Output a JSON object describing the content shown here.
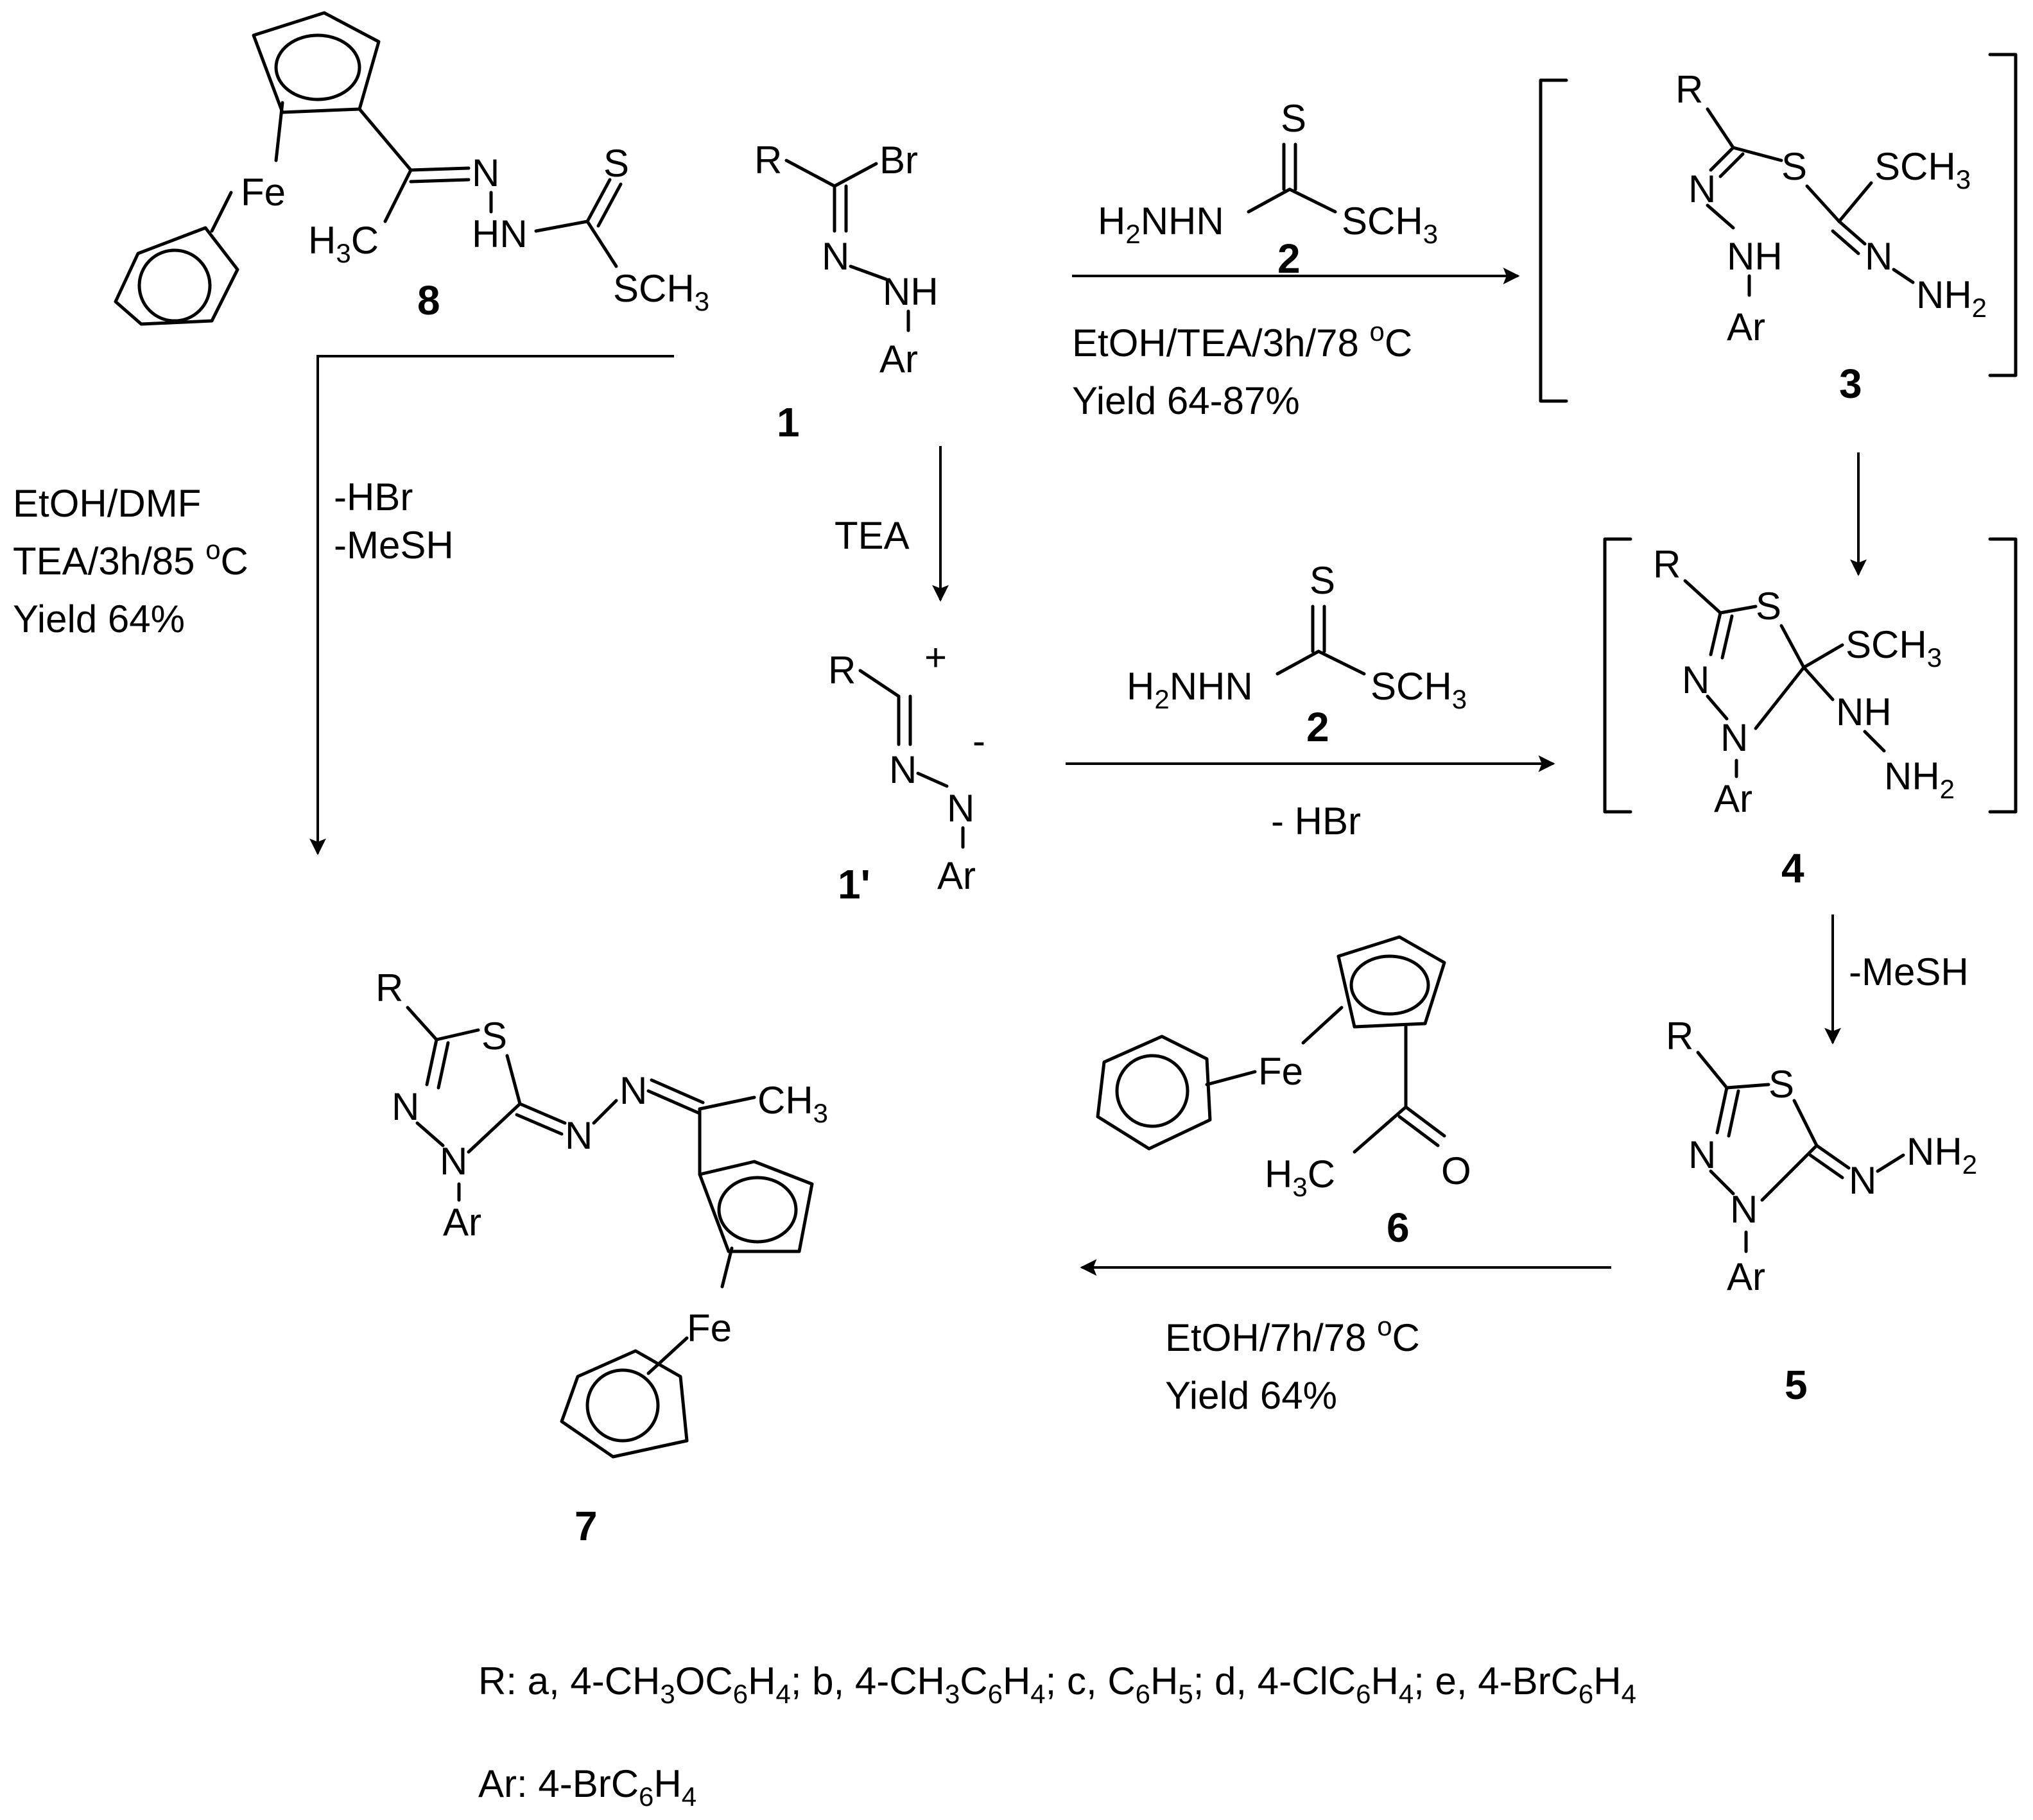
{
  "compounds": {
    "c1": {
      "number": "1",
      "R": "R",
      "Br": "Br",
      "N": "N",
      "NH": "NH",
      "Ar": "Ar"
    },
    "c1p": {
      "number": "1'",
      "R": "R",
      "plus": "+",
      "minus": "-",
      "N1": "N",
      "N2": "N",
      "Ar": "Ar"
    },
    "c2a": {
      "number": "2",
      "S": "S",
      "H2NHN": "H",
      "NHN": "NHN",
      "SCH3": "SCH",
      "sub2": "2",
      "sub3": "3"
    },
    "c2b": {
      "number": "2",
      "S": "S",
      "H2NHN": "H",
      "NHN": "NHN",
      "SCH3": "SCH",
      "sub2": "2",
      "sub3": "3"
    },
    "c3": {
      "number": "3",
      "R": "R",
      "S": "S",
      "SCH3": "SCH",
      "sub3": "3",
      "N1": "N",
      "NH": "NH",
      "Ar": "Ar",
      "N2": "N",
      "NH2": "NH",
      "sub2": "2"
    },
    "c4": {
      "number": "4",
      "R": "R",
      "S": "S",
      "SCH3": "SCH",
      "sub3": "3",
      "N1": "N",
      "N2": "N",
      "NH": "NH",
      "NH2": "NH",
      "sub2": "2",
      "Ar": "Ar"
    },
    "c5": {
      "number": "5",
      "R": "R",
      "S": "S",
      "N1": "N",
      "N2": "N",
      "N3": "N",
      "NH2": "NH",
      "sub2": "2",
      "Ar": "Ar"
    },
    "c6": {
      "number": "6",
      "Fe": "Fe",
      "H3C": "H",
      "C": "C",
      "O": "O",
      "sub3": "3"
    },
    "c7": {
      "number": "7",
      "R": "R",
      "S": "S",
      "N1": "N",
      "N2": "N",
      "N3": "N",
      "N4": "N",
      "CH3": "CH",
      "sub3": "3",
      "Ar": "Ar",
      "Fe": "Fe"
    },
    "c8": {
      "number": "8",
      "Fe": "Fe",
      "N": "N",
      "HN": "HN",
      "S": "S",
      "H3C": "H",
      "C": "C",
      "SCH3": "SCH",
      "sub3": "3"
    }
  },
  "conditions": {
    "step_1_to_3": {
      "line1": "EtOH/TEA/3h/78 ",
      "sup": "o",
      "line1_end": "C",
      "line2": "Yield 64-87%"
    },
    "step_1_to_1p": {
      "reagent": "TEA"
    },
    "step_1p_to_4": {
      "byproduct": "- HBr"
    },
    "step_4_to_5": {
      "byproduct": "-MeSH"
    },
    "step_5_to_7": {
      "line1": "EtOH/7h/78 ",
      "sup": "o",
      "line1_end": "C",
      "line2": "Yield 64%"
    },
    "step_1_to_7": {
      "line1": "EtOH/DMF",
      "line2": "TEA/3h/85 ",
      "sup": "o",
      "line2_end": "C",
      "line3": "Yield 64%",
      "byproduct1": "-HBr",
      "byproduct2": "-MeSH"
    }
  },
  "legend": {
    "R": {
      "prefix": "R: a, 4-CH",
      "s1": "3",
      "p2": "OC",
      "s2": "6",
      "p3": "H",
      "s3": "4",
      "p4": "; b, 4-CH",
      "s4": "3",
      "p5": "C",
      "s5": "6",
      "p6": "H",
      "s6": "4",
      "p7": "; c, C",
      "s7": "6",
      "p8": "H",
      "s8": "5",
      "p9": "; d, 4-ClC",
      "s9": "6",
      "p10": "H",
      "s10": "4",
      "p11": "; e, 4-BrC",
      "s11": "6",
      "p12": "H",
      "s12": "4"
    },
    "Ar": {
      "prefix": "Ar: 4-BrC",
      "s1": "6",
      "p2": "H",
      "s2": "4"
    }
  }
}
